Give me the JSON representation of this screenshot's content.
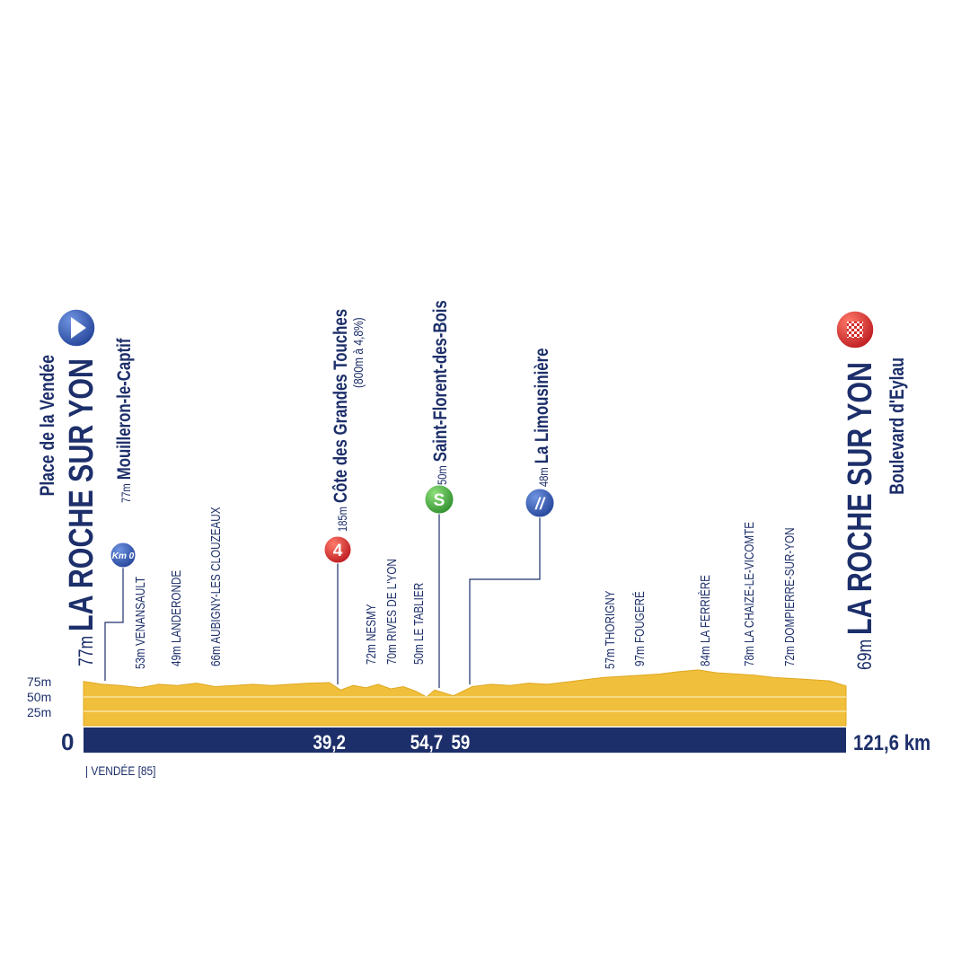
{
  "chart_data": {
    "type": "area",
    "title": "Stage profile La Roche sur Yon – La Roche sur Yon",
    "total_distance_label": "121,6 km",
    "x_start_label": "0",
    "xlim": [
      0,
      121.6
    ],
    "ylim": [
      0,
      100
    ],
    "y_ticks": [
      "75m",
      "50m",
      "25m"
    ],
    "y_tick_values": [
      75,
      50,
      25
    ],
    "km_markers": [
      {
        "km": 39.2,
        "label": "39,2"
      },
      {
        "km": 54.7,
        "label": "54,7"
      },
      {
        "km": 59,
        "label": "59"
      }
    ],
    "profile": {
      "km": [
        0,
        3,
        6,
        9,
        12,
        15,
        18,
        21,
        24,
        27,
        30,
        33,
        36,
        39.2,
        41,
        43,
        45,
        47,
        49,
        51,
        53,
        54.7,
        56,
        59,
        62,
        65,
        68,
        71,
        74,
        77,
        80,
        83,
        86,
        89,
        92,
        95,
        98,
        101,
        104,
        107,
        110,
        113,
        116,
        119,
        121.6
      ],
      "elevation": [
        77,
        72,
        70,
        66,
        72,
        70,
        74,
        68,
        70,
        72,
        70,
        72,
        74,
        75,
        62,
        70,
        66,
        72,
        64,
        68,
        60,
        50,
        62,
        52,
        68,
        72,
        70,
        74,
        72,
        76,
        80,
        84,
        86,
        88,
        90,
        94,
        97,
        92,
        90,
        88,
        84,
        82,
        80,
        78,
        69
      ]
    },
    "start": {
      "elevation": "77m",
      "city": "LA ROCHE SUR YON",
      "place": "Place de la Vendée",
      "icon": "start-arrow-icon",
      "color": "#2a4ea8"
    },
    "km0": {
      "badge": "Km 0",
      "elevation": "77m",
      "name": "Mouilleron-le-Captif"
    },
    "finish": {
      "elevation": "69m",
      "city": "LA ROCHE SUR YON",
      "place": "Boulevard d'Eylau",
      "icon": "finish-checkered-icon",
      "color": "#d42a2a"
    },
    "climb": {
      "elevation": "185m",
      "name": "Côte des Grandes Touches",
      "detail": "(800m à 4,8%)",
      "category": "4",
      "color": "#d42a2a"
    },
    "sprint": {
      "elevation": "50m",
      "name": "Saint-Florent-des-Bois",
      "badge": "S",
      "color": "#3aa63a"
    },
    "feed": {
      "elevation": "48m",
      "name": "La Limousinière",
      "badge": "//",
      "color": "#2a4ea8"
    },
    "villages": [
      "53m VENANSAULT",
      "49m LANDERONDE",
      "66m AUBIGNY-LES CLOUZEAUX",
      "72m NESMY",
      "70m RIVES DE L'YON",
      "50m LE TABLIER",
      "57m THORIGNY",
      "97m FOUGERÉ",
      "84m LA FERRIÈRE",
      "78m LA CHAIZE-LE-VICOMTE",
      "72m DOMPIERRE-SUR-YON"
    ],
    "department": "| VENDÉE [85]",
    "colors": {
      "navy": "#1d2f6a",
      "profile": "#f0bf3c",
      "profile_dark": "#e3ac27"
    }
  }
}
